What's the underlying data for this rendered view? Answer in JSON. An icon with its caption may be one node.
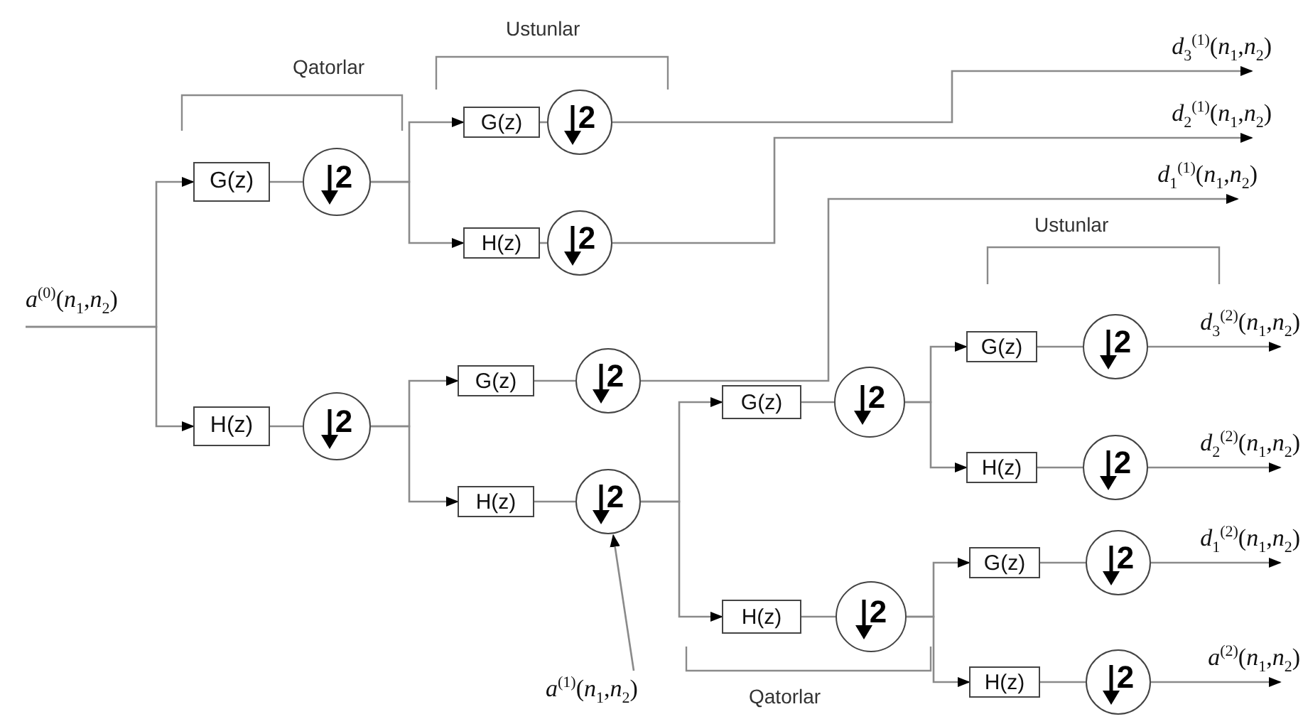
{
  "diagram": {
    "nodes": [
      {
        "text": [
          "*a*$^{(0)}$(*n*$_{1}$,*n*$_{2}$)"
        ]
      },
      {
        "text": [
          "G(z)"
        ]
      },
      {
        "text": [
          "2"
        ]
      },
      {
        "text": [
          "H(z)"
        ]
      },
      {
        "text": [
          "2"
        ]
      },
      {
        "text": [
          "G(z)"
        ]
      },
      {
        "text": [
          "2"
        ]
      },
      {
        "text": [
          "H(z)"
        ]
      },
      {
        "text": [
          "2"
        ]
      },
      {
        "text": [
          "G(z)"
        ]
      },
      {
        "text": [
          "2"
        ]
      },
      {
        "text": [
          "H(z)"
        ]
      },
      {
        "text": [
          "2"
        ]
      },
      {
        "text": [
          "G(z)"
        ]
      },
      {
        "text": [
          "2"
        ]
      },
      {
        "text": [
          "H(z)"
        ]
      },
      {
        "text": [
          "2"
        ]
      },
      {
        "text": [
          "G(z)"
        ]
      },
      {
        "text": [
          "2"
        ]
      },
      {
        "text": [
          "H(z)"
        ]
      },
      {
        "text": [
          "2"
        ]
      },
      {
        "text": [
          "G(z)"
        ]
      },
      {
        "text": [
          "2"
        ]
      },
      {
        "text": [
          "H(z)"
        ]
      },
      {
        "text": [
          "2"
        ]
      },
      {
        "text": [
          "*d*$_{3}$$^{(1)}$(*n*$_{1}$,*n*$_{2}$)"
        ]
      },
      {
        "text": [
          "*d*$_{2}$$^{(1)}$(*n*$_{1}$,*n*$_{2}$)"
        ]
      },
      {
        "text": [
          "*d*$_{1}$$^{(1)}$(*n*$_{1}$,*n*$_{2}$)"
        ]
      },
      {
        "text": [
          "*d*$_{3}$$^{(2)}$(*n*$_{1}$,*n*$_{2}$)"
        ]
      },
      {
        "text": [
          "*d*$_{2}$$^{(2)}$(*n*$_{1}$,*n*$_{2}$)"
        ]
      },
      {
        "text": [
          "*d*$_{1}$$^{(2)}$(*n*$_{1}$,*n*$_{2}$)"
        ]
      },
      {
        "text": [
          "*a*$^{(2)}$(*n*$_{1}$,*n*$_{2}$)"
        ]
      },
      {
        "text": [
          "*a*$^{(1)}$(*n*$_{1}$,*n*$_{2}$)"
        ]
      }
    ],
    "edges": [
      {
        "from": 0,
        "to": 1,
        "arrow": "to"
      },
      {
        "from": 0,
        "to": 3,
        "arrow": "to"
      },
      {
        "from": 1,
        "to": 2,
        "arrow": "none"
      },
      {
        "from": 3,
        "to": 4,
        "arrow": "none"
      },
      {
        "from": 2,
        "to": 5,
        "arrow": "to"
      },
      {
        "from": 2,
        "to": 7,
        "arrow": "to"
      },
      {
        "from": 5,
        "to": 6,
        "arrow": "none"
      },
      {
        "from": 7,
        "to": 8,
        "arrow": "none"
      },
      {
        "from": 4,
        "to": 9,
        "arrow": "to"
      },
      {
        "from": 4,
        "to": 11,
        "arrow": "to"
      },
      {
        "from": 9,
        "to": 10,
        "arrow": "none"
      },
      {
        "from": 11,
        "to": 12,
        "arrow": "none"
      },
      {
        "from": 12,
        "to": 13,
        "arrow": "to"
      },
      {
        "from": 12,
        "to": 15,
        "arrow": "to"
      },
      {
        "from": 13,
        "to": 14,
        "arrow": "none"
      },
      {
        "from": 15,
        "to": 16,
        "arrow": "none"
      },
      {
        "from": 14,
        "to": 17,
        "arrow": "to"
      },
      {
        "from": 14,
        "to": 19,
        "arrow": "to"
      },
      {
        "from": 16,
        "to": 21,
        "arrow": "to"
      },
      {
        "from": 16,
        "to": 23,
        "arrow": "to"
      },
      {
        "from": 17,
        "to": 18,
        "arrow": "none"
      },
      {
        "from": 19,
        "to": 20,
        "arrow": "none"
      },
      {
        "from": 21,
        "to": 22,
        "arrow": "none"
      },
      {
        "from": 23,
        "to": 24,
        "arrow": "none"
      },
      {
        "from": 6,
        "to": 25,
        "arrow": "to"
      },
      {
        "from": 8,
        "to": 26,
        "arrow": "to"
      },
      {
        "from": 10,
        "to": 27,
        "arrow": "to"
      },
      {
        "from": 18,
        "to": 28,
        "arrow": "to"
      },
      {
        "from": 20,
        "to": 29,
        "arrow": "to"
      },
      {
        "from": 22,
        "to": 30,
        "arrow": "to"
      },
      {
        "from": 24,
        "to": 31,
        "arrow": "to"
      },
      {
        "from": 32,
        "to": 12,
        "arrow": "to"
      }
    ],
    "labels": [
      "Ustunlar",
      "Qatorlar",
      "Ustunlar",
      "Qatorlar"
    ]
  }
}
